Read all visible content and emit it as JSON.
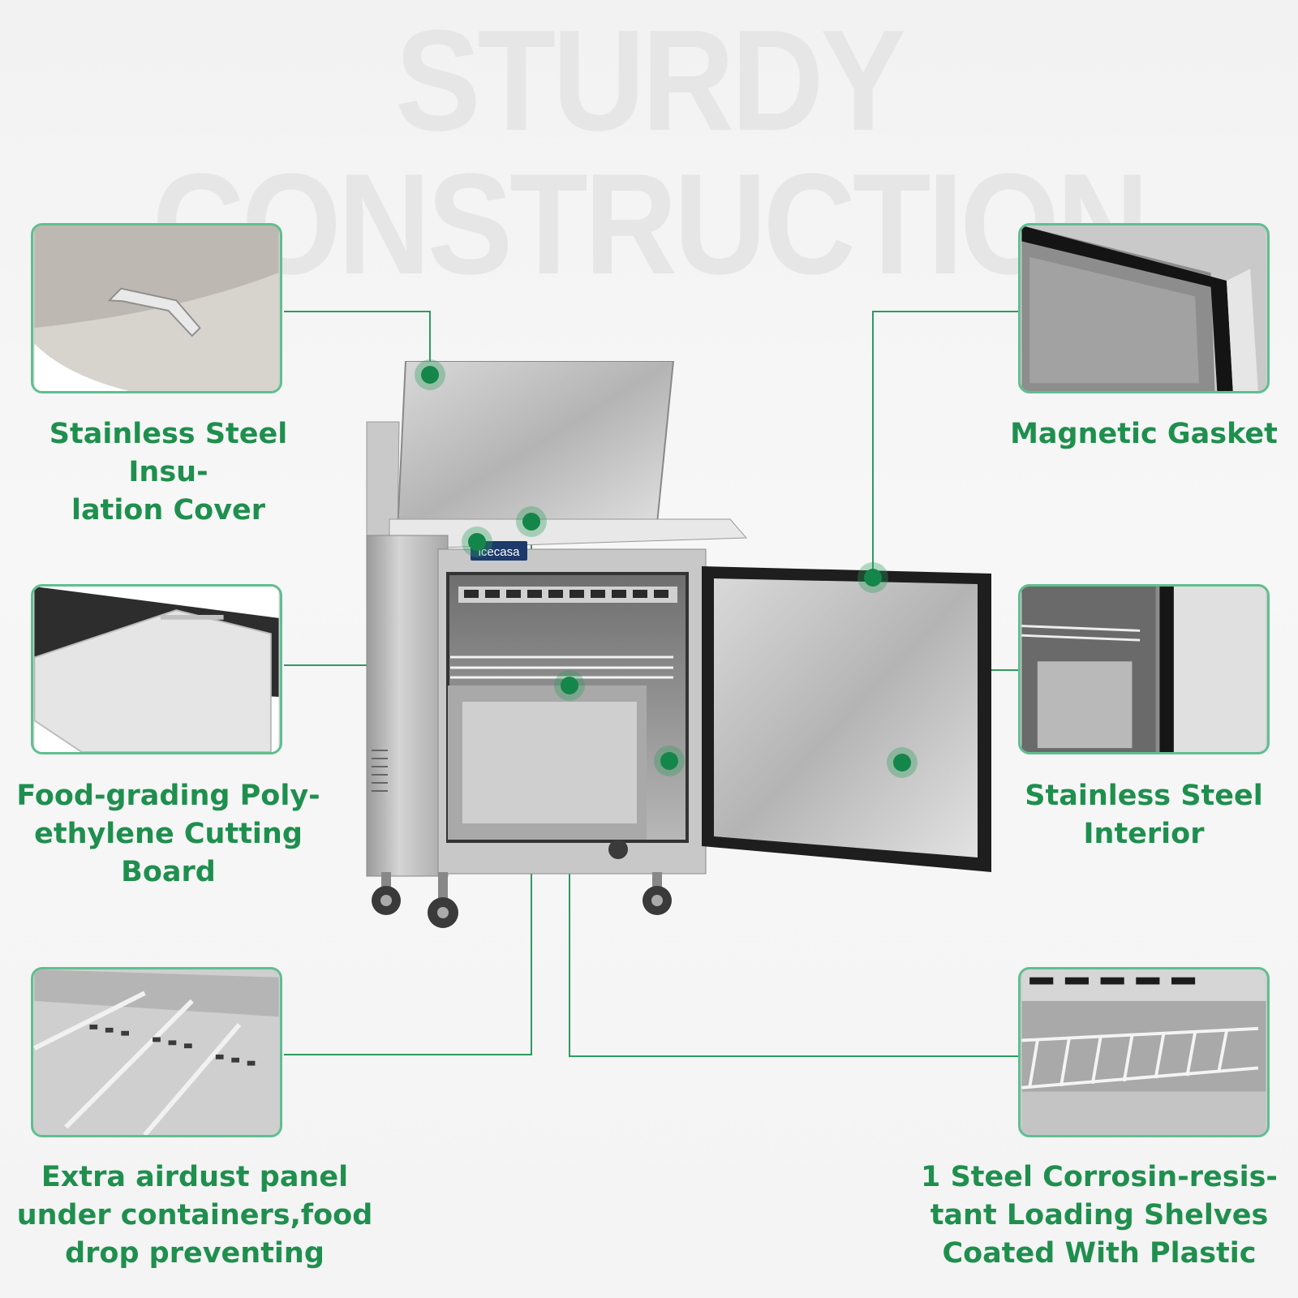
{
  "headline": "STURDY CONSTRUCTION",
  "brand_badge": "icecasa",
  "colors": {
    "accent": "#1f8f4e",
    "frame": "#5fbf90",
    "headline": "#e6e6e6"
  },
  "features": [
    {
      "id": "cover",
      "label_lines": [
        "Stainless Steel Insu-",
        "lation Cover"
      ]
    },
    {
      "id": "gasket",
      "label_lines": [
        "Magnetic Gasket"
      ]
    },
    {
      "id": "board",
      "label_lines": [
        "Food-grading Poly-",
        "ethylene Cutting",
        "Board"
      ]
    },
    {
      "id": "interior",
      "label_lines": [
        "Stainless Steel",
        "Interior"
      ]
    },
    {
      "id": "panel",
      "label_lines": [
        "Extra airdust panel",
        "under containers,food",
        "drop preventing"
      ]
    },
    {
      "id": "shelves",
      "label_lines": [
        "1 Steel Corrosin-resis-",
        "tant Loading Shelves",
        "Coated With Plastic"
      ]
    }
  ]
}
